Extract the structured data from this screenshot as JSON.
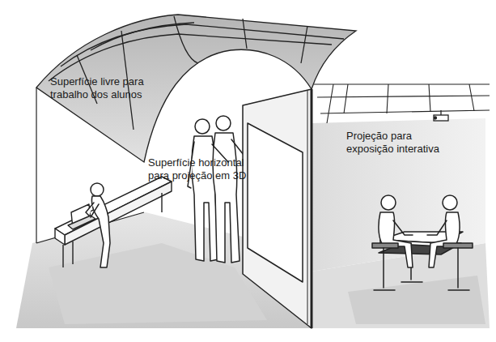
{
  "diagram": {
    "labels": [
      "Superfície livre para trabalho dos alunos",
      "Superfície horizontal para projeção em 3D",
      "Projeção para exposição interativa"
    ]
  }
}
